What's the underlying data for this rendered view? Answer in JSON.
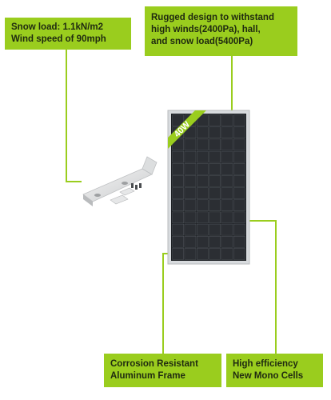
{
  "callouts": {
    "snow": {
      "line1": "Snow load: 1.1kN/m2",
      "line2": "Wind speed of 90mph"
    },
    "rugged": {
      "line1": "Rugged design to withstand",
      "line2": "high winds(2400Pa), hall,",
      "line3": "and snow load(5400Pa)"
    },
    "frame": {
      "line1": "Corrosion Resistant",
      "line2": "Aluminum Frame"
    },
    "cells": {
      "line1": "High efficiency",
      "line2": "New Mono Cells"
    }
  },
  "panel": {
    "badge": "40W"
  },
  "colors": {
    "accent": "#9acd1e",
    "panel_cell": "#2b2e33",
    "frame": "#d8dbde"
  },
  "icons": [
    "solar-panel-image",
    "mounting-bracket-image"
  ]
}
